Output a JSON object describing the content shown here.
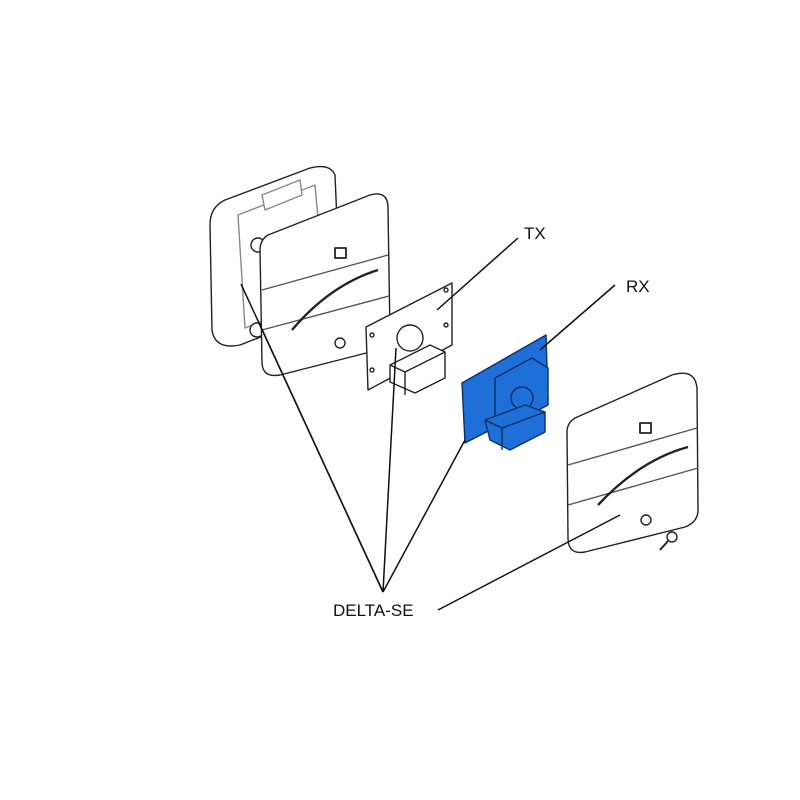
{
  "labels": {
    "tx": "TX",
    "rx": "RX",
    "product": "DELTA-SE"
  },
  "colors": {
    "highlight": "#1f6fd8",
    "line": "#111111"
  }
}
